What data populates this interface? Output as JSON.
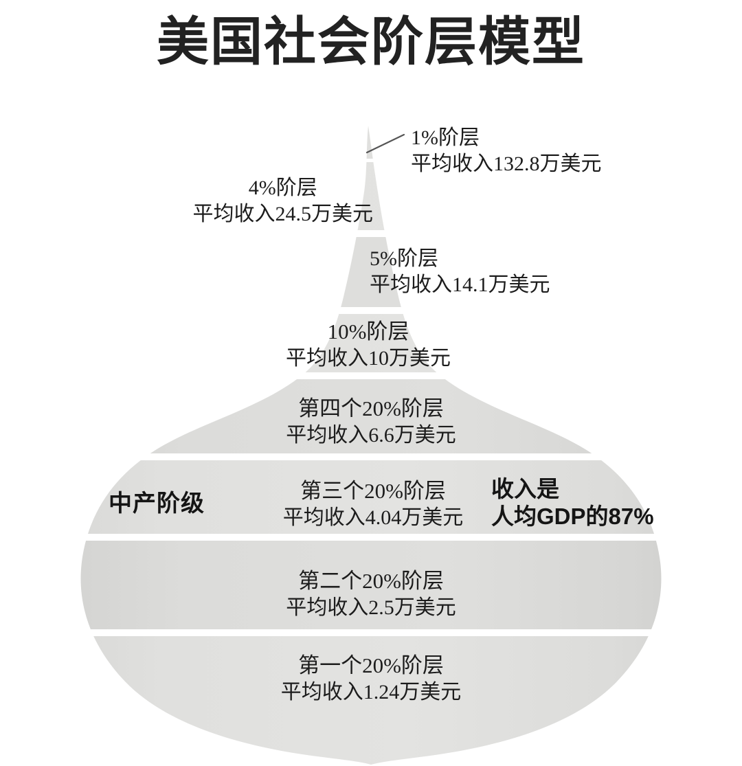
{
  "title": "美国社会阶层模型",
  "chart_data": {
    "type": "pie",
    "title": "美国社会阶层模型",
    "xlabel": "",
    "ylabel": "",
    "shape": "onion-teardrop-pyramid",
    "value_unit": "万美元",
    "value_field": "平均收入",
    "categories": [
      "1%阶层",
      "4%阶层",
      "5%阶层",
      "10%阶层",
      "第四个20%阶层",
      "第三个20%阶层",
      "第二个20%阶层",
      "第一个20%阶层"
    ],
    "values": [
      132.8,
      24.5,
      14.1,
      10,
      6.6,
      4.04,
      2.5,
      1.24
    ],
    "population_share_pct": [
      1,
      4,
      5,
      10,
      20,
      20,
      20,
      20
    ],
    "annotations": [
      "中产阶级",
      "收入是人均GDP的87%"
    ]
  },
  "tiers": [
    {
      "id": "tier-1pct",
      "name": "1%阶层",
      "income": "平均收入132.8万美元",
      "share_pct": 1,
      "income_wan_usd": 132.8,
      "placement": "callout-right"
    },
    {
      "id": "tier-4pct",
      "name": "4%阶层",
      "income": "平均收入24.5万美元",
      "share_pct": 4,
      "income_wan_usd": 24.5,
      "placement": "outside-left"
    },
    {
      "id": "tier-5pct",
      "name": "5%阶层",
      "income": "平均收入14.1万美元",
      "share_pct": 5,
      "income_wan_usd": 14.1,
      "placement": "outside-right"
    },
    {
      "id": "tier-10pct",
      "name": "10%阶层",
      "income": "平均收入10万美元",
      "share_pct": 10,
      "income_wan_usd": 10,
      "placement": "inside"
    },
    {
      "id": "tier-quintile-4",
      "name": "第四个20%阶层",
      "income": "平均收入6.6万美元",
      "share_pct": 20,
      "income_wan_usd": 6.6,
      "placement": "inside"
    },
    {
      "id": "tier-quintile-3",
      "name": "第三个20%阶层",
      "income": "平均收入4.04万美元",
      "share_pct": 20,
      "income_wan_usd": 4.04,
      "placement": "inside"
    },
    {
      "id": "tier-quintile-2",
      "name": "第二个20%阶层",
      "income": "平均收入2.5万美元",
      "share_pct": 20,
      "income_wan_usd": 2.5,
      "placement": "inside"
    },
    {
      "id": "tier-quintile-1",
      "name": "第一个20%阶层",
      "income": "平均收入1.24万美元",
      "share_pct": 20,
      "income_wan_usd": 1.24,
      "placement": "inside"
    }
  ],
  "annotations": {
    "middle_class": "中产阶级",
    "gdp_note_line1": "收入是",
    "gdp_note_line2": "人均GDP的87%"
  },
  "colors": {
    "background": "#ffffff",
    "text": "#1c1c1c",
    "title": "#222222",
    "band_light": "#e2e2e0",
    "band_mid": "#d9d9d7",
    "band_dark": "#d2d2d0",
    "divider": "#ffffff",
    "leader_line": "#555555"
  }
}
